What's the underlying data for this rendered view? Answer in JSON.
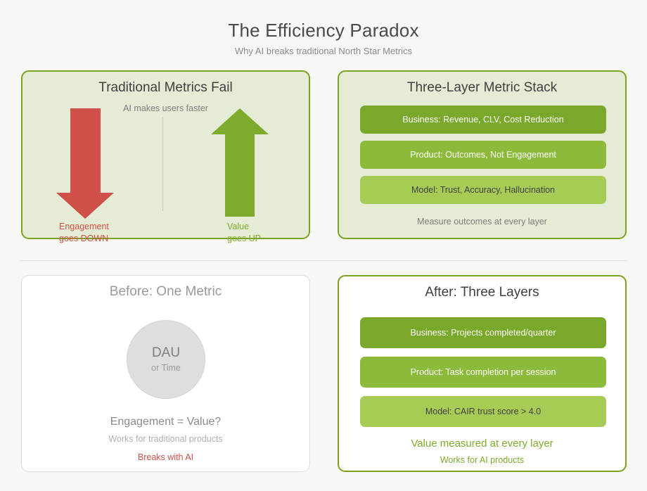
{
  "header": {
    "title": "The Efficiency Paradox",
    "subtitle": "Why AI breaks traditional North Star Metrics"
  },
  "panels": {
    "traditional_fail": {
      "title": "Traditional Metrics Fail",
      "caption": "AI makes users faster",
      "down_arrow": {
        "icon": "arrow-down-icon",
        "color": "#cf5049",
        "label_line1": "Engagement",
        "label_line2": "goes DOWN"
      },
      "up_arrow": {
        "icon": "arrow-up-icon",
        "color": "#7cab2e",
        "label_line1": "Value",
        "label_line2": "goes UP"
      }
    },
    "metric_stack": {
      "title": "Three-Layer Metric Stack",
      "layers": [
        {
          "label": "Business: Revenue, CLV, Cost Reduction",
          "color": "#7aa82a",
          "text_color": "#ffffff"
        },
        {
          "label": "Product: Outcomes, Not Engagement",
          "color": "#8cbb3c",
          "text_color": "#ffffff"
        },
        {
          "label": "Model: Trust, Accuracy, Hallucination",
          "color": "#a7cc55",
          "text_color": "#3f3f3f"
        }
      ],
      "footer": "Measure outcomes at every layer"
    },
    "before": {
      "title": "Before: One Metric",
      "circle_main": "DAU",
      "circle_sub": "or Time",
      "question": "Engagement = Value?",
      "note": "Works for traditional products",
      "warning": "Breaks with AI"
    },
    "after": {
      "title": "After: Three Layers",
      "layers": [
        {
          "label": "Business: Projects completed/quarter",
          "color": "#7aa82a",
          "text_color": "#ffffff"
        },
        {
          "label": "Product: Task completion per session",
          "color": "#8cbb3c",
          "text_color": "#ffffff"
        },
        {
          "label": "Model: CAIR trust score > 4.0",
          "color": "#a7cc55",
          "text_color": "#3f3f3f"
        }
      ],
      "footer_main": "Value measured at every layer",
      "footer_sub": "Works for AI products"
    }
  },
  "theme": {
    "page_background": "#f7f8f4",
    "panel_background": "#e5ecd5",
    "panel_border": "#7da222",
    "accent_green": "#7cab2e",
    "accent_red": "#cf5049"
  }
}
